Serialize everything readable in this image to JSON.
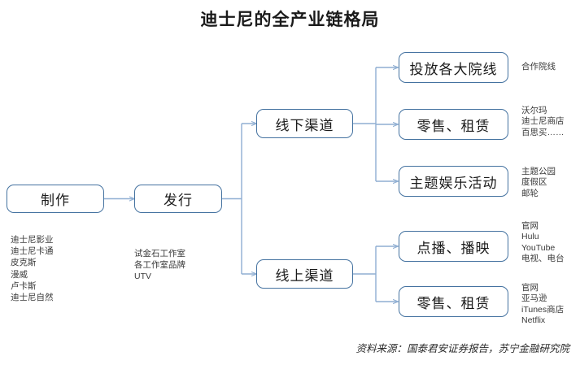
{
  "title": "迪士尼的全产业链格局",
  "source": "资料来源：国泰君安证券报告，苏宁金融研究院",
  "colors": {
    "node_border": "#4472a0",
    "connector": "#8faed2",
    "text": "#1a1a1a",
    "annotation_text": "#3a3a3a",
    "background": "#ffffff"
  },
  "nodes": {
    "production": "制作",
    "distribution": "发行",
    "offline_channel": "线下渠道",
    "online_channel": "线上渠道",
    "theaters": "投放各大院线",
    "retail_rental_offline": "零售、租赁",
    "theme_entertainment": "主题娱乐活动",
    "vod_broadcast": "点播、播映",
    "retail_rental_online": "零售、租赁"
  },
  "sublists": {
    "production": "迪士尼影业\n迪士尼卡通\n皮克斯\n漫威\n卢卡斯\n迪士尼自然",
    "distribution": "试金石工作室\n各工作室品牌\nUTV"
  },
  "annotations": {
    "theaters": "合作院线",
    "retail_rental_offline": "沃尔玛\n迪士尼商店\n百思买……",
    "theme_entertainment": "主题公园\n度假区\n邮轮",
    "vod_broadcast": "官网\nHulu\nYouTube\n电视、电台",
    "retail_rental_online": "官网\n亚马逊\niTunes商店\nNetflix"
  }
}
